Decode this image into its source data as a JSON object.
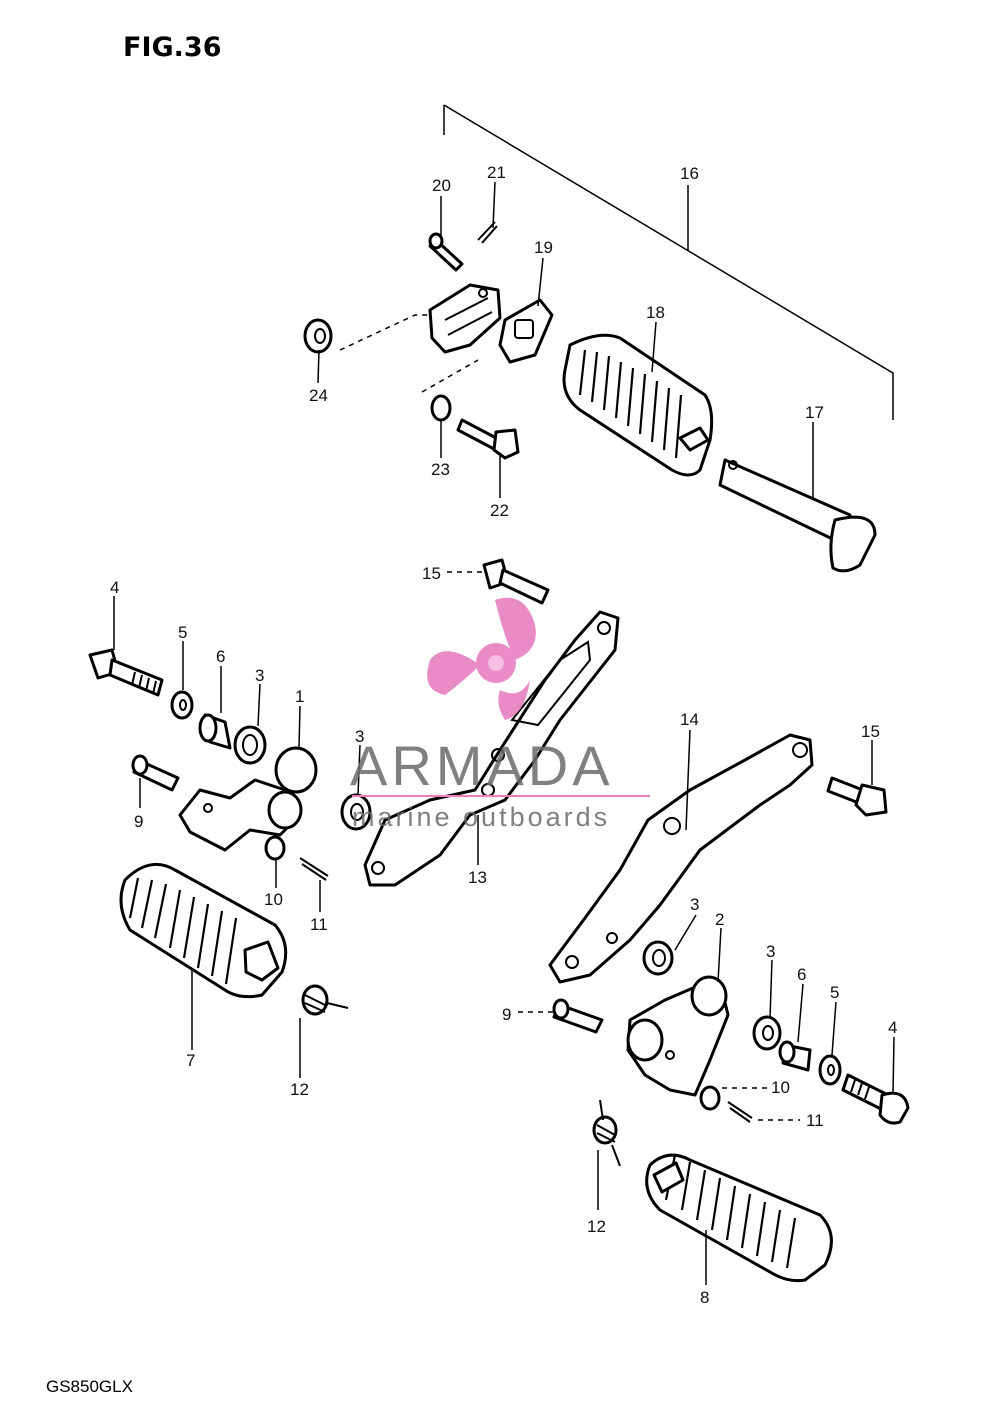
{
  "figure": {
    "title": "FIG.36",
    "model": "GS850GLX"
  },
  "watermark": {
    "brand": "ARMADA",
    "tagline": "marine outboards",
    "brand_color": "#e77fc0"
  },
  "callouts": {
    "c1": "1",
    "c2": "2",
    "c3a": "3",
    "c3b": "3",
    "c3c": "3",
    "c3d": "3",
    "c4a": "4",
    "c4b": "4",
    "c5a": "5",
    "c5b": "5",
    "c6a": "6",
    "c6b": "6",
    "c7": "7",
    "c8": "8",
    "c9a": "9",
    "c9b": "9",
    "c10a": "10",
    "c10b": "10",
    "c11a": "11",
    "c11b": "11",
    "c12a": "12",
    "c12b": "12",
    "c13": "13",
    "c14": "14",
    "c15a": "15",
    "c15b": "15",
    "c16": "16",
    "c17": "17",
    "c18": "18",
    "c19": "19",
    "c20": "20",
    "c21": "21",
    "c22": "22",
    "c23": "23",
    "c24": "24"
  }
}
